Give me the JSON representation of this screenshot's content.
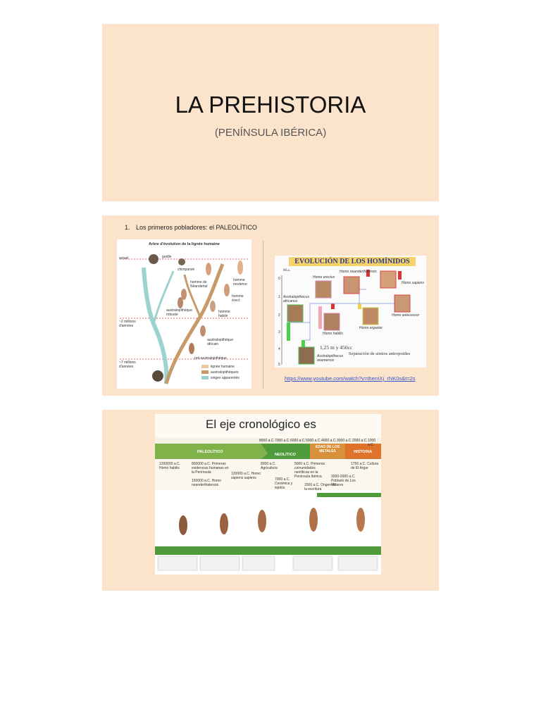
{
  "slide1": {
    "title": "LA PREHISTORIA",
    "subtitle": "(PENÍNSULA IBÉRICA)"
  },
  "slide2": {
    "list_number": "1.",
    "list_text": "Los primeros pobladores: el PALEOLÍTICO",
    "tree_figure": {
      "title": "Arbre d'évolution de la lignée humaine",
      "labels": [
        "actuel",
        "gorille",
        "chimpanzé",
        "homme moderne",
        "homme de Néandertal",
        "homme érect",
        "australopithèque robuste",
        "homme habile",
        "australopithèque africain",
        "pré-australopithèque",
        "~2 millions d'années",
        "~7 millions d'années"
      ],
      "legend": [
        "lignée humaine",
        "australopithèques",
        "singes apparentés"
      ]
    },
    "hominid_figure": {
      "title": "EVOLUCIÓN DE LOS HOMÍNIDOS",
      "axis_unit": "M.a.",
      "axis_ticks": [
        "0",
        "1",
        "2",
        "3",
        "4",
        "5"
      ],
      "labels": [
        "Homo neanderthalensis",
        "Homo erectus",
        "Homo sapiens",
        "Australopithecus africanus",
        "Homo antecessor",
        "Homo habilis",
        "Homo ergaster",
        "Australopithecus anamensis"
      ],
      "note1": "1,25 m y 450cc",
      "note2": "Separación de simios antropoides"
    },
    "link": "https://www.youtube.com/watch?v=therriXj_rNK0s&t=2s"
  },
  "slide3": {
    "title": "El eje cronológico es",
    "periods": [
      "PALEOLÍTICO",
      "NEOLÍTICO",
      "EDAD DE LOS METALES",
      "HISTORIA"
    ],
    "years": [
      "8000 a.C.",
      "7000 a.C.",
      "6000 a.C.",
      "5000 a.C.",
      "4000 a.C.",
      "3000 a.C.",
      "2000 a.C.",
      "1000 a.C."
    ],
    "events": [
      "1200000 a.C. Homo habilis",
      "800000 a.C. Primeras evidencias humanas en la Península",
      "150000 a.C. Homo neanderthalensis",
      "120000 a.C. Homo sapiens sapiens",
      "8000 a.C. Agricultura",
      "5000 a.C. Primeras comunidades neolíticas en la Península Ibérica",
      "1750 a.C. Cultura de El Argar",
      "7000 a.C. Cerámica y tejidos",
      "3000-2000 a.C. Poblado de Los Millares",
      "1500 a.C. Origen de la escritura"
    ],
    "colors": {
      "paleolithic": "#7fb34a",
      "neolithic": "#4f9a3a",
      "metals": "#d9903a",
      "history": "#e0732c"
    }
  }
}
